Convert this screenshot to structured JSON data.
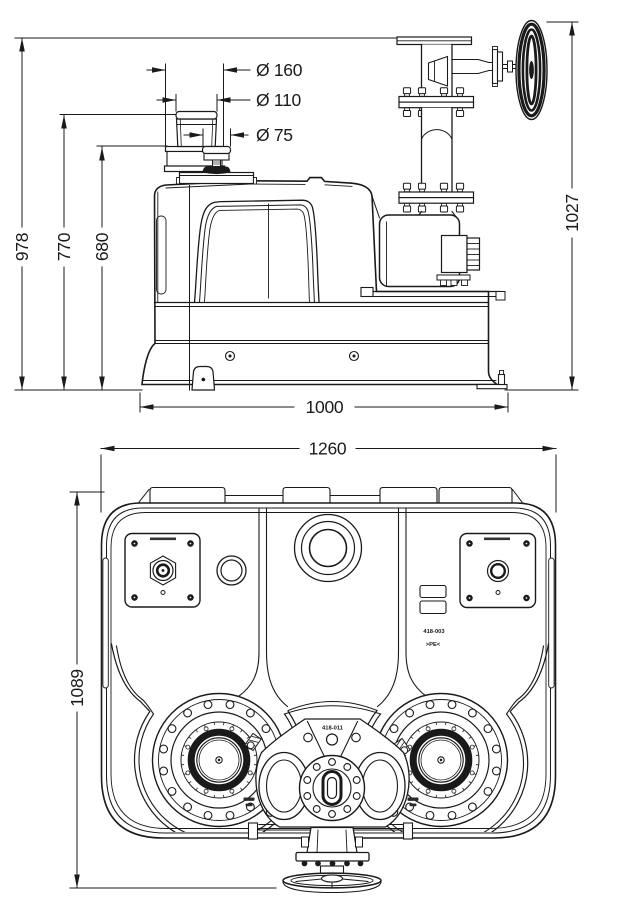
{
  "drawing": {
    "background_color": "#ffffff",
    "line_color": "#1a1a1a",
    "side_view": {
      "height_dims": {
        "total_to_flange": "978",
        "to_inlet_top": "770",
        "to_socket_top": "680",
        "total_to_handwheel": "1027"
      },
      "diameter_dims": {
        "inlet_outer": "Ø 160",
        "inlet_pipe": "Ø 110",
        "vent_pipe": "Ø 75"
      },
      "width_dim": {
        "base_length": "1000"
      }
    },
    "plan_view": {
      "width_dim": "1260",
      "depth_dim": "1089",
      "part_labels": {
        "tank_part_no": "418-003",
        "material_mark": ">PE<",
        "manifold_part_no": "418-011"
      }
    }
  }
}
